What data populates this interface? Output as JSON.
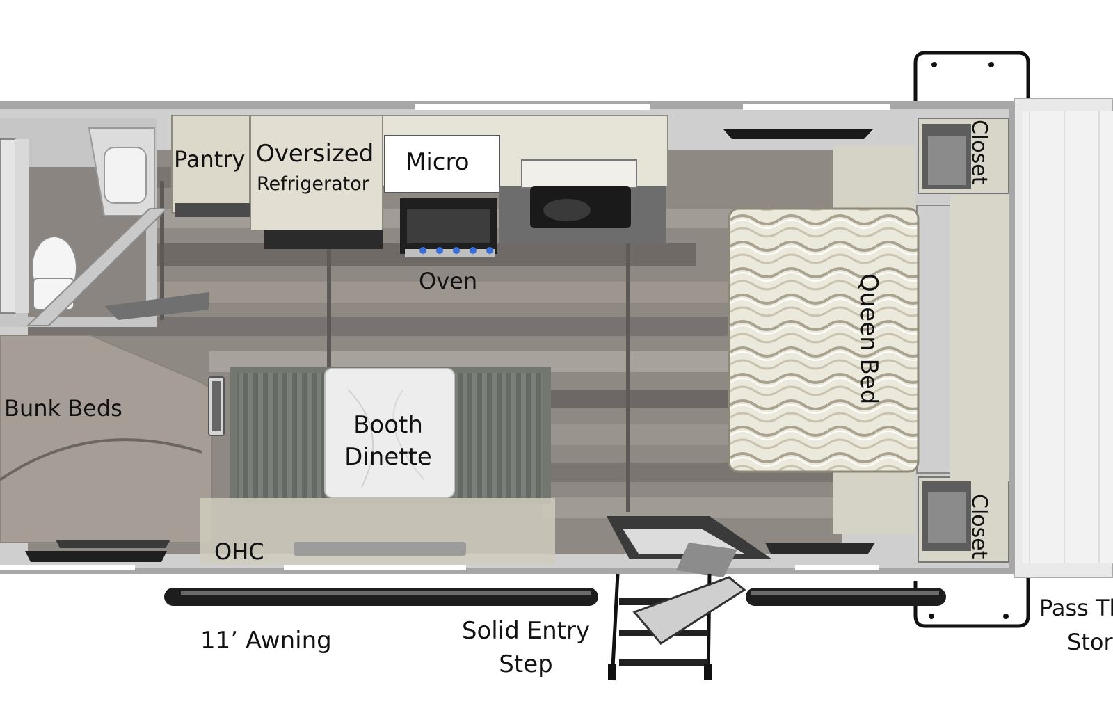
{
  "labels": {
    "pantry": "Pantry",
    "oversized": "Oversized",
    "refrigerator": "Refrigerator",
    "micro": "Micro",
    "oven": "Oven",
    "queen_bed": "Queen Bed",
    "closet_top": "Closet",
    "closet_bottom": "Closet",
    "bunk_beds": "Bunk Beds",
    "booth": "Booth",
    "dinette": "Dinette",
    "ohc": "OHC",
    "awning": "11’ Awning",
    "entry_line1": "Solid Entry",
    "entry_line2": "Step",
    "pass_line1": "Pass Th",
    "pass_line2": "Stor"
  },
  "colors": {
    "wall_outer": "#9a9a9a",
    "wall_inner": "#c9c9c9",
    "floor_light": "#9b9591",
    "floor_dark": "#6f6a67",
    "cabinet": "#dedbd0",
    "carpet": "#a8a098",
    "bench": "#6b716b",
    "table": "#efefef",
    "bed": "#e7e5d9",
    "awning": "#2a2a2a",
    "burner": "#3b6fd8"
  }
}
